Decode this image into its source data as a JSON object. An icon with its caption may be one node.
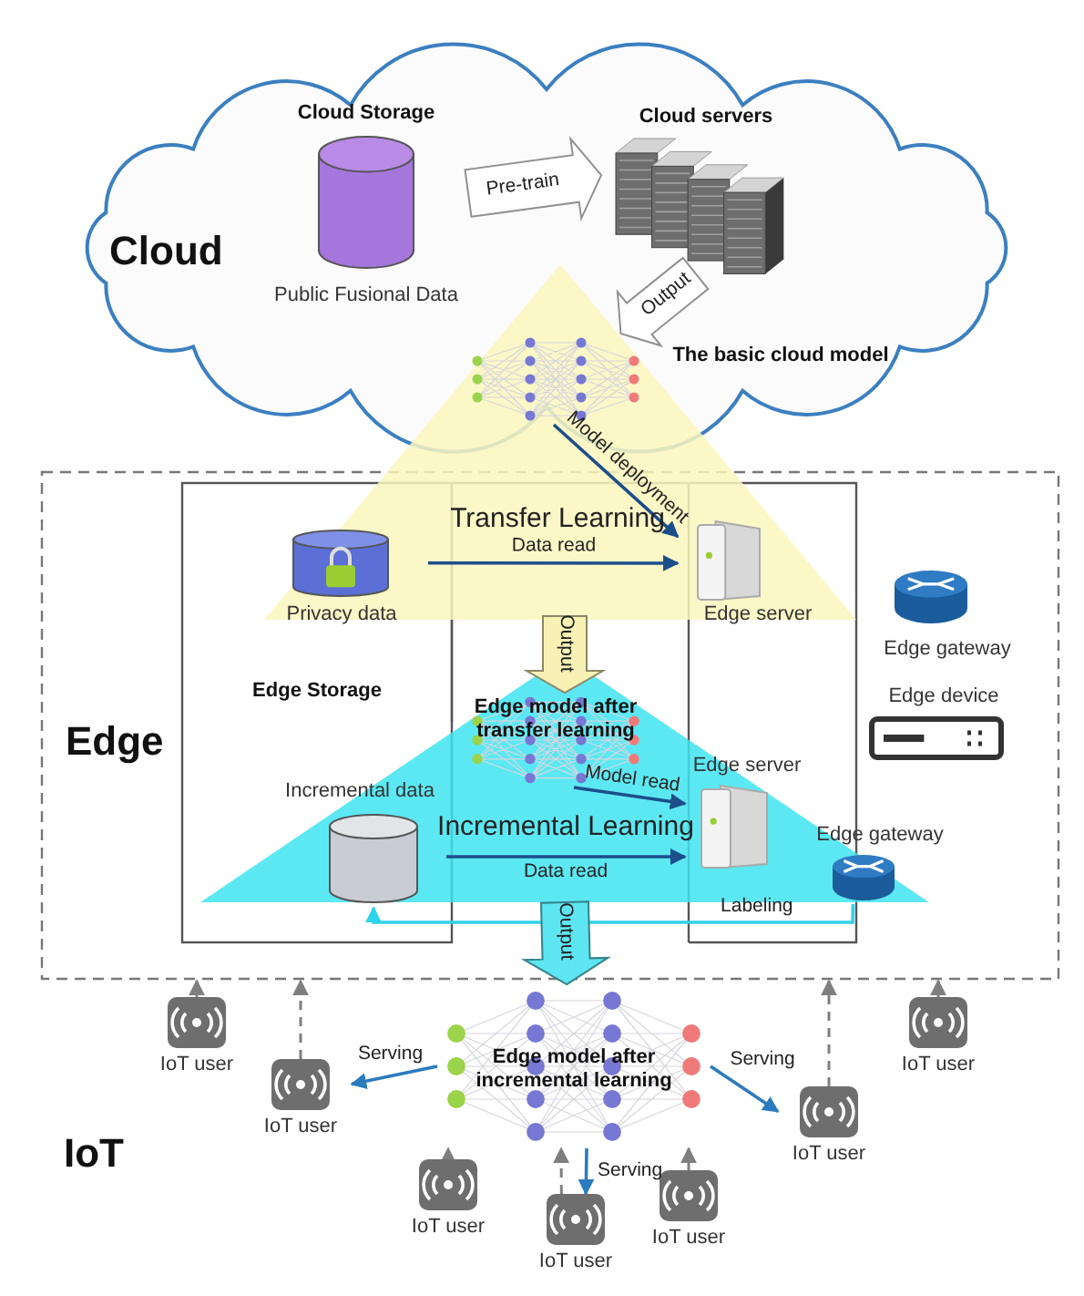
{
  "diagram": {
    "nodes": [
      {
        "text": [
          "Cloud"
        ]
      },
      {
        "text": [
          "Cloud Storage",
          "Public Fusional Data"
        ],
        "in": 0
      },
      {
        "text": [
          "Cloud servers"
        ],
        "in": 0
      },
      {
        "text": [
          "The basic cloud model"
        ],
        "in": 0
      },
      {
        "text": [
          "Edge"
        ]
      },
      {
        "text": [
          "Edge Storage"
        ],
        "in": 4
      },
      {
        "text": [
          "Privacy data"
        ],
        "in": 5
      },
      {
        "text": [
          "Edge server"
        ],
        "in": 4
      },
      {
        "text": [
          "Edge gateway"
        ],
        "in": 4
      },
      {
        "text": [
          "Edge device"
        ],
        "in": 4
      },
      {
        "text": [
          "Edge model after transfer learning"
        ],
        "in": 4
      },
      {
        "text": [
          "Incremental data"
        ],
        "in": 5
      },
      {
        "text": [
          "Edge server"
        ],
        "in": 4
      },
      {
        "text": [
          "Edge gateway"
        ],
        "in": 4
      },
      {
        "text": [
          "Edge model after incremental learning"
        ]
      },
      {
        "text": [
          "IoT user"
        ]
      },
      {
        "text": [
          "IoT user"
        ]
      },
      {
        "text": [
          "IoT user"
        ]
      },
      {
        "text": [
          "IoT user"
        ]
      },
      {
        "text": [
          "IoT user"
        ]
      },
      {
        "text": [
          "IoT user"
        ]
      },
      {
        "text": [
          "IoT user"
        ]
      }
    ],
    "edges": [
      {
        "from": 1,
        "to": 2,
        "arrow": "to",
        "label": "Pre-train",
        "style": "thick",
        "color": "#ffffff"
      },
      {
        "from": 2,
        "to": 3,
        "arrow": "to",
        "label": "Output",
        "style": "thick",
        "color": "#ffffff"
      },
      {
        "from": 3,
        "to": 7,
        "arrow": "to",
        "label": "Model deployment",
        "color": "#1c4e8a"
      },
      {
        "from": 6,
        "to": 7,
        "arrow": "to",
        "label": "Data read",
        "color": "#1c4e8a"
      },
      {
        "from": null,
        "to": 10,
        "arrow": "to",
        "label": "Output",
        "style": "thick",
        "color": "#f7f1b5"
      },
      {
        "from": 10,
        "to": 12,
        "arrow": "to",
        "label": "Model read",
        "color": "#1c4e8a"
      },
      {
        "from": 11,
        "to": 12,
        "arrow": "to",
        "label": "Data read",
        "color": "#1c4e8a"
      },
      {
        "from": 13,
        "to": 11,
        "arrow": "to",
        "label": "Labeling",
        "color": "#2fd3ea"
      },
      {
        "from": null,
        "to": 14,
        "arrow": "to",
        "label": "Output",
        "style": "thick",
        "color": "#5de6f2"
      },
      {
        "from": 14,
        "to": 16,
        "arrow": "to",
        "label": "Serving",
        "color": "#2b7bbf"
      },
      {
        "from": 14,
        "to": 20,
        "arrow": "to",
        "label": "Serving",
        "color": "#2b7bbf"
      },
      {
        "from": 14,
        "to": 18,
        "arrow": "to",
        "label": "Serving",
        "color": "#2b7bbf"
      },
      {
        "from": 15,
        "to": 4,
        "arrow": "to"
      },
      {
        "from": 16,
        "to": 4,
        "arrow": "to",
        "style": "dashed"
      },
      {
        "from": 17,
        "to": 14,
        "arrow": "to",
        "style": "dashed"
      },
      {
        "from": 18,
        "to": 14,
        "arrow": "to",
        "style": "dashed"
      },
      {
        "from": 19,
        "to": 14,
        "arrow": "to",
        "style": "dashed"
      },
      {
        "from": 20,
        "to": 4,
        "arrow": "to",
        "style": "dashed"
      },
      {
        "from": 21,
        "to": 4,
        "arrow": "to"
      }
    ],
    "labels": [
      "Transfer Learning",
      "Incremental Learning",
      "IoT"
    ]
  }
}
